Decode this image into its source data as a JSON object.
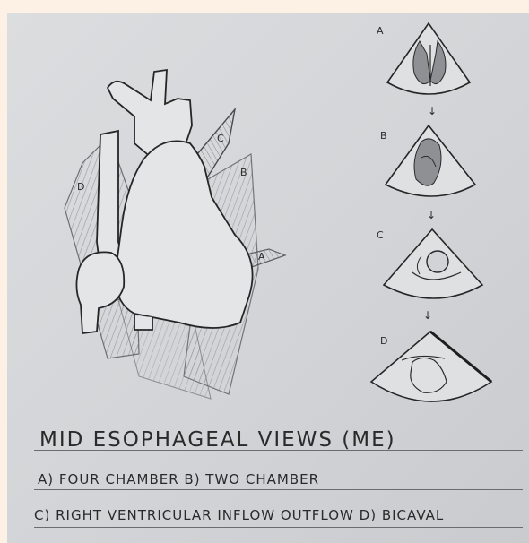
{
  "diagram": {
    "plane_labels": [
      "A",
      "B",
      "C",
      "D"
    ],
    "views": [
      {
        "label": "A"
      },
      {
        "label": "B"
      },
      {
        "label": "C"
      },
      {
        "label": "D"
      }
    ]
  },
  "caption": {
    "title": "MID ESOPHAGEAL VIEWS (ME)",
    "line1": "A) FOUR CHAMBER    B) TWO CHAMBER",
    "line2": "C) RIGHT VENTRICULAR INFLOW OUTFLOW   D) BICAVAL"
  },
  "colors": {
    "paper": "#d4d6d9",
    "background": "#fdf1e6",
    "pencil": "#2b2b2b",
    "shading": "#8a8c90"
  }
}
